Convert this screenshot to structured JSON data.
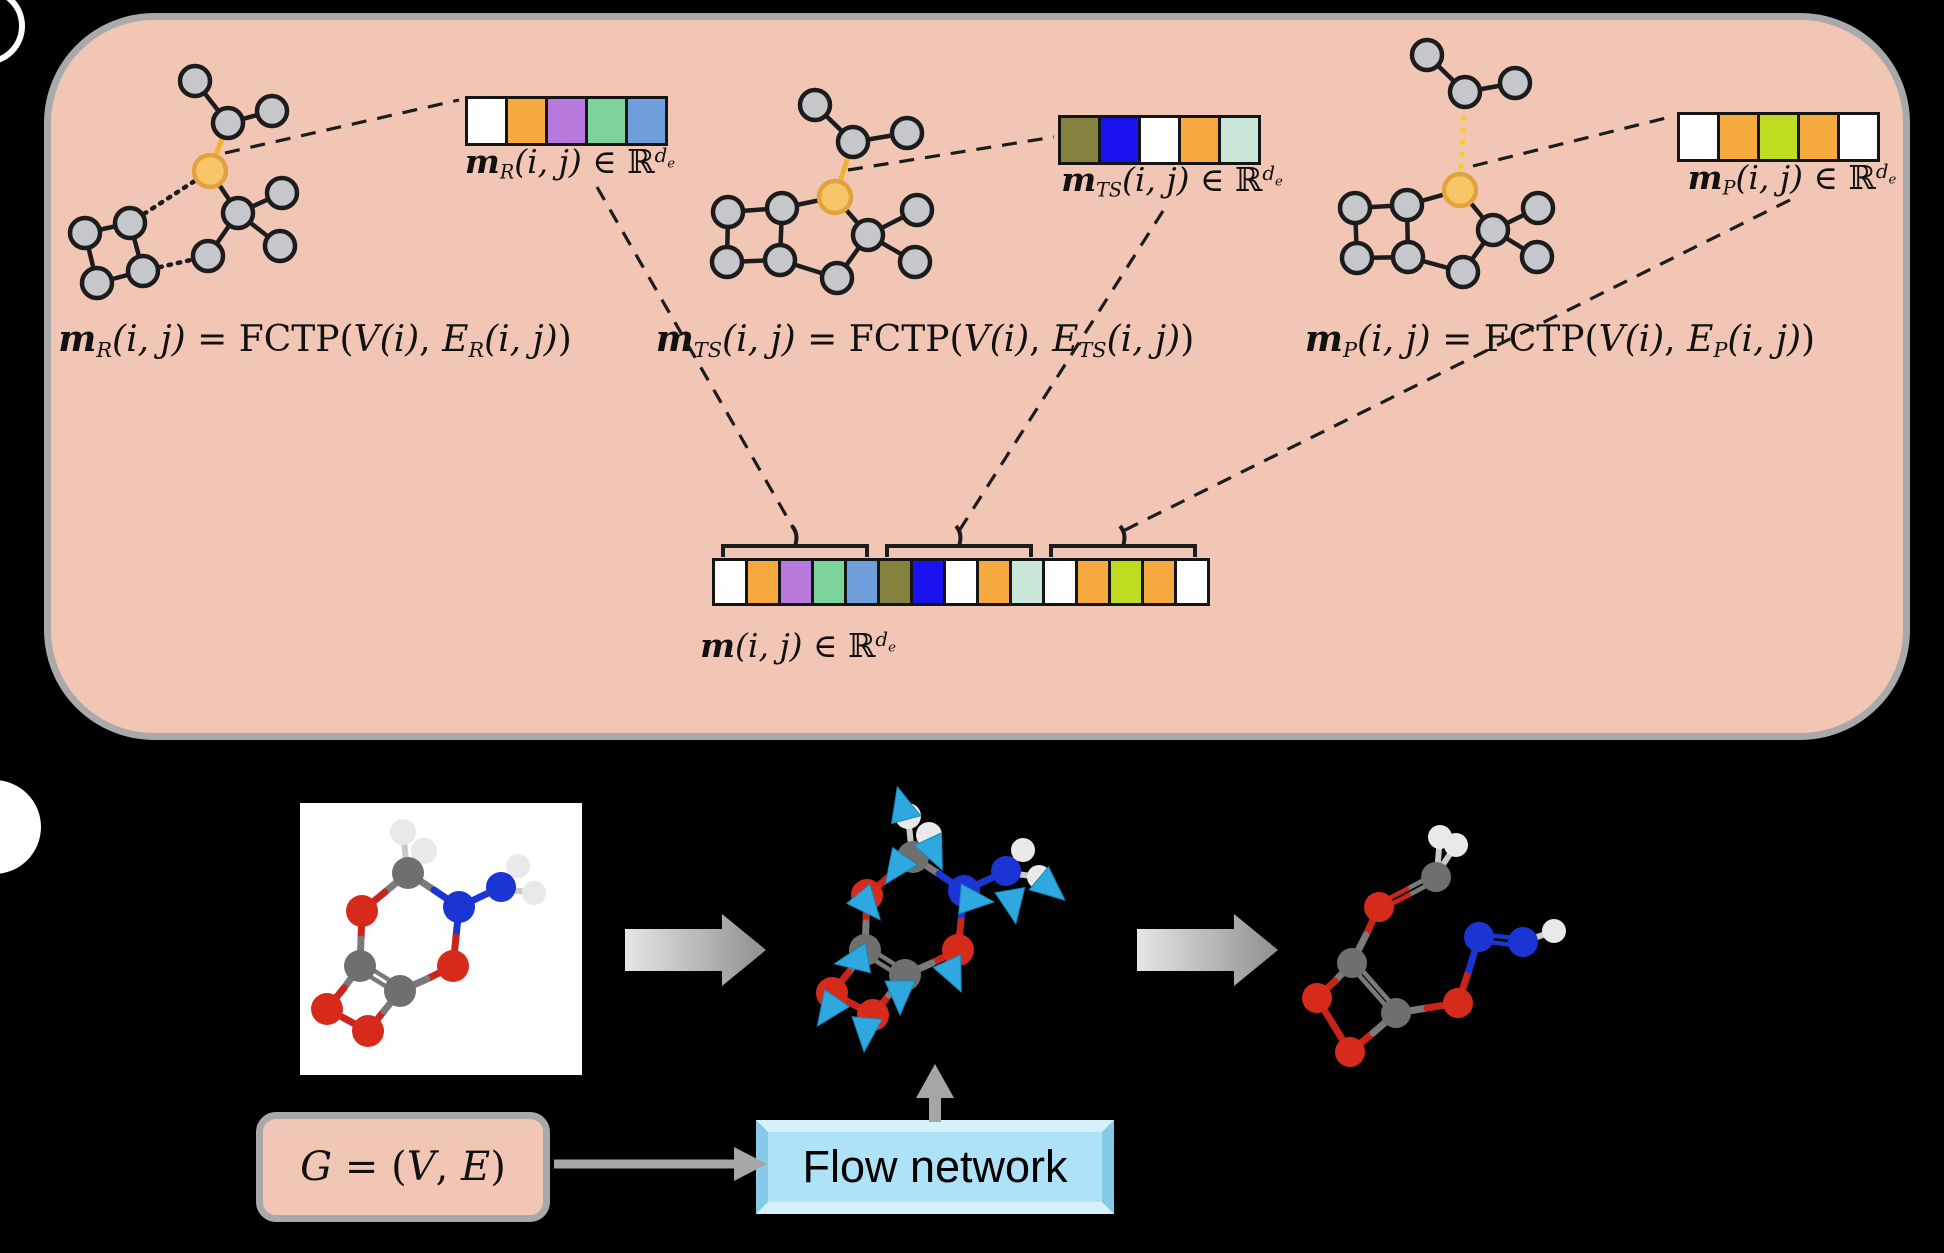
{
  "theme": {
    "page_bg": "#000000",
    "panel_bg": "#F2C6B5",
    "panel_border": "#A9A9A9",
    "node_fill": "#C5C7CB",
    "node_stroke": "#1C1C1C",
    "hl_fill": "#F8C569",
    "hl_stroke": "#E2A33C",
    "edge": "#1C1C1C",
    "orange_edge": "#F2B234",
    "yellow_edge": "#F7CB2D",
    "cell_border": "#151515",
    "atom_c": "#6F6F6F",
    "atom_o": "#D62B1A",
    "atom_n": "#1A35D4",
    "atom_h": "#E9E9E9",
    "stick_c": "#7A7A7A",
    "stick_o": "#C9241B",
    "stick_n": "#1B35D0",
    "stick_h": "#C9C9C9",
    "cone": "#2EA8DF",
    "cone_stroke": "#1589BE",
    "arrow_gray": "#A6A6A6",
    "gbox_bg": "#F2C6B5",
    "gbox_border": "#A9A9A9",
    "flow_bg": "#AEE2F6",
    "flow_bevel_light": "#D6F1FA",
    "flow_bevel_dark": "#85CBE7",
    "mol_bg": "#FFFFFF"
  },
  "vectors": {
    "r": {
      "cells": [
        "#FFFFFF",
        "#F6A93F",
        "#B779DB",
        "#7CD49B",
        "#6F9FDB"
      ],
      "label": [
        {
          "s": "bi",
          "v": "m"
        },
        {
          "s": "sub",
          "v": "R"
        },
        {
          "s": "i",
          "v": "(i, j)"
        },
        {
          "s": "r",
          "v": " ∈ ℝ"
        },
        {
          "s": "sup",
          "v": "d"
        },
        {
          "s": "sups",
          "v": "e"
        }
      ]
    },
    "ts": {
      "cells": [
        "#85813F",
        "#1712EE",
        "#FFFFFF",
        "#F6A93F",
        "#C9E6D9"
      ],
      "label": [
        {
          "s": "bi",
          "v": "m"
        },
        {
          "s": "sub",
          "v": "TS"
        },
        {
          "s": "i",
          "v": "(i, j)"
        },
        {
          "s": "r",
          "v": " ∈ ℝ"
        },
        {
          "s": "sup",
          "v": "d"
        },
        {
          "s": "sups",
          "v": "e"
        }
      ]
    },
    "p": {
      "cells": [
        "#FFFFFF",
        "#F6A93F",
        "#C0DC20",
        "#F6A93F",
        "#FFFFFF"
      ],
      "label": [
        {
          "s": "bi",
          "v": "m"
        },
        {
          "s": "sub",
          "v": "P"
        },
        {
          "s": "i",
          "v": "(i, j)"
        },
        {
          "s": "r",
          "v": " ∈ ℝ"
        },
        {
          "s": "sup",
          "v": "d"
        },
        {
          "s": "sups",
          "v": "e"
        }
      ]
    },
    "concat": {
      "cells": [
        "#FFFFFF",
        "#F6A93F",
        "#B779DB",
        "#7CD49B",
        "#6F9FDB",
        "#85813F",
        "#1712EE",
        "#FFFFFF",
        "#F6A93F",
        "#C9E6D9",
        "#FFFFFF",
        "#F6A93F",
        "#C0DC20",
        "#F6A93F",
        "#FFFFFF"
      ],
      "label": [
        {
          "s": "bi",
          "v": "m"
        },
        {
          "s": "i",
          "v": "(i, j)"
        },
        {
          "s": "r",
          "v": " ∈ ℝ"
        },
        {
          "s": "sup",
          "v": "d"
        },
        {
          "s": "sups",
          "v": "e"
        }
      ]
    }
  },
  "formulas": {
    "r": [
      {
        "s": "bi",
        "v": "m"
      },
      {
        "s": "sub",
        "v": "R"
      },
      {
        "s": "i",
        "v": "(i, j)"
      },
      {
        "s": "r",
        "v": " = FCTP("
      },
      {
        "s": "scr",
        "v": "V"
      },
      {
        "s": "i",
        "v": "(i)"
      },
      {
        "s": "r",
        "v": ", "
      },
      {
        "s": "scr",
        "v": "E"
      },
      {
        "s": "sub",
        "v": "R"
      },
      {
        "s": "i",
        "v": "(i, j)"
      },
      {
        "s": "r",
        "v": ")"
      }
    ],
    "ts": [
      {
        "s": "bi",
        "v": "m"
      },
      {
        "s": "sub",
        "v": "TS"
      },
      {
        "s": "i",
        "v": "(i, j)"
      },
      {
        "s": "r",
        "v": " = FCTP("
      },
      {
        "s": "scr",
        "v": "V"
      },
      {
        "s": "i",
        "v": "(i)"
      },
      {
        "s": "r",
        "v": ", "
      },
      {
        "s": "scr",
        "v": "E"
      },
      {
        "s": "sub",
        "v": "TS"
      },
      {
        "s": "i",
        "v": "(i, j)"
      },
      {
        "s": "r",
        "v": ")"
      }
    ],
    "p": [
      {
        "s": "bi",
        "v": "m"
      },
      {
        "s": "sub",
        "v": "P"
      },
      {
        "s": "i",
        "v": "(i, j)"
      },
      {
        "s": "r",
        "v": " = FCTP("
      },
      {
        "s": "scr",
        "v": "V"
      },
      {
        "s": "i",
        "v": "(i)"
      },
      {
        "s": "r",
        "v": ", "
      },
      {
        "s": "scr",
        "v": "E"
      },
      {
        "s": "sub",
        "v": "P"
      },
      {
        "s": "i",
        "v": "(i, j)"
      },
      {
        "s": "r",
        "v": ")"
      }
    ]
  },
  "bottom": {
    "graph_def": [
      {
        "s": "scr",
        "v": "G"
      },
      {
        "s": "r",
        "v": " = ("
      },
      {
        "s": "scr",
        "v": "V"
      },
      {
        "s": "r",
        "v": ", "
      },
      {
        "s": "scr",
        "v": "E"
      },
      {
        "s": "r",
        "v": ")"
      }
    ],
    "flow_label": "Flow network"
  }
}
